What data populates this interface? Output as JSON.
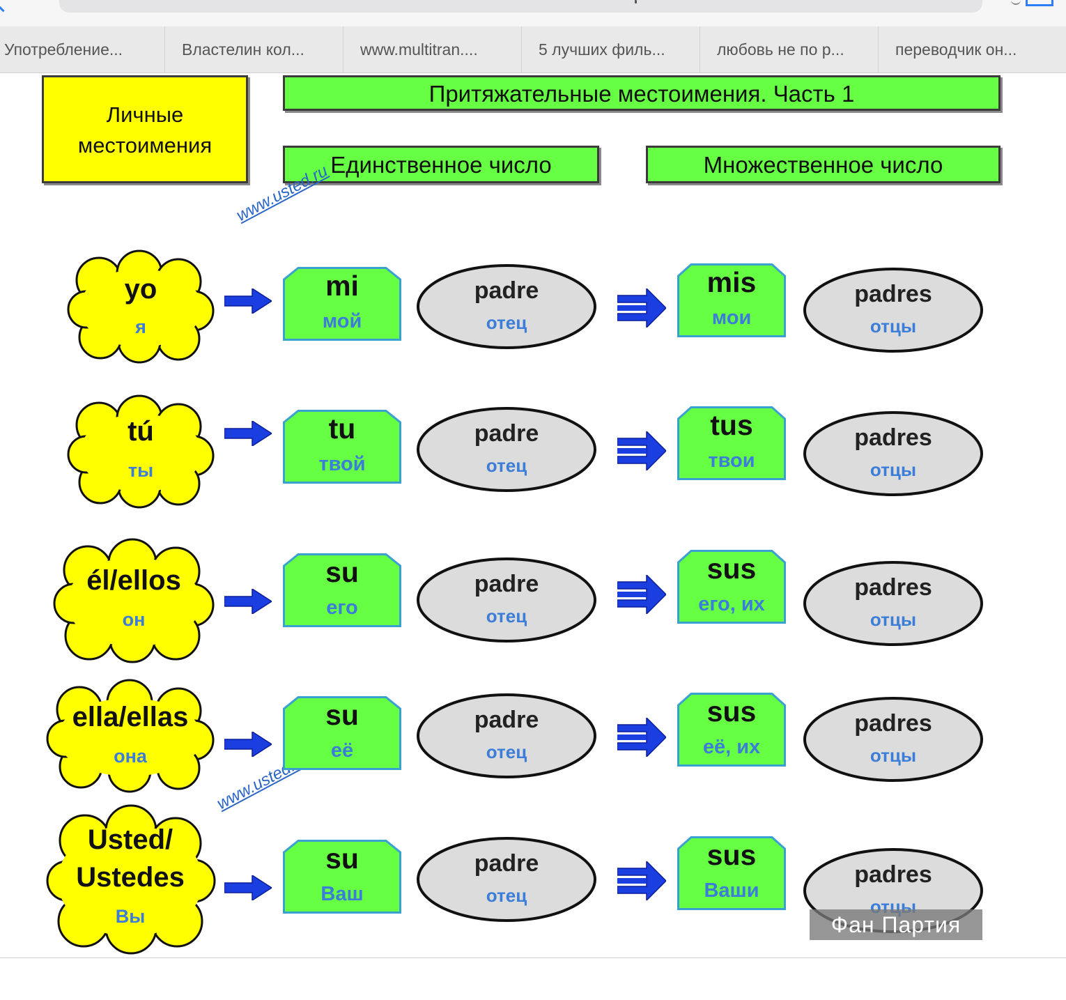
{
  "browser": {
    "tabs": [
      {
        "label": "Употребление..."
      },
      {
        "label": "Властелин кол..."
      },
      {
        "label": "www.multitran...."
      },
      {
        "label": "5 лучших филь..."
      },
      {
        "label": "любовь не по р..."
      },
      {
        "label": "переводчик он..."
      }
    ]
  },
  "diagram": {
    "personal_label": "Личные местоимения",
    "title": "Притяжательные местоимения. Часть 1",
    "singular_header": "Единственное число",
    "plural_header": "Множественное число",
    "site": "www.usted.ru",
    "credit": "Фан Партия",
    "rows": [
      {
        "pronoun": "yo",
        "pronoun_tr": "я",
        "sing": "mi",
        "sing_tr": "мой",
        "noun": "padre",
        "noun_tr": "отец",
        "plur": "mis",
        "plur_tr": "мои",
        "nouns": "padres",
        "nouns_tr": "отцы"
      },
      {
        "pronoun": "tú",
        "pronoun_tr": "ты",
        "sing": "tu",
        "sing_tr": "твой",
        "noun": "padre",
        "noun_tr": "отец",
        "plur": "tus",
        "plur_tr": "твои",
        "nouns": "padres",
        "nouns_tr": "отцы"
      },
      {
        "pronoun": "él/ellos",
        "pronoun_tr": "он",
        "sing": "su",
        "sing_tr": "его",
        "noun": "padre",
        "noun_tr": "отец",
        "plur": "sus",
        "plur_tr": "его, их",
        "nouns": "padres",
        "nouns_tr": "отцы"
      },
      {
        "pronoun": "ella/ellas",
        "pronoun_tr": "она",
        "sing": "su",
        "sing_tr": "её",
        "noun": "padre",
        "noun_tr": "отец",
        "plur": "sus",
        "plur_tr": "её, их",
        "nouns": "padres",
        "nouns_tr": "отцы"
      },
      {
        "pronoun": "Usted/",
        "pronoun2": "Ustedes",
        "pronoun_tr": "Вы",
        "sing": "su",
        "sing_tr": "Ваш",
        "noun": "padre",
        "noun_tr": "отец",
        "plur": "sus",
        "plur_tr": "Ваши",
        "nouns": "padres",
        "nouns_tr": "отцы"
      }
    ]
  },
  "colors": {
    "cloud_fill": "#ffff00",
    "tag_fill": "#66ff44",
    "oval_fill": "#dcdcdc",
    "arrow": "#1a3ee0",
    "translation": "#3c7dd8"
  }
}
